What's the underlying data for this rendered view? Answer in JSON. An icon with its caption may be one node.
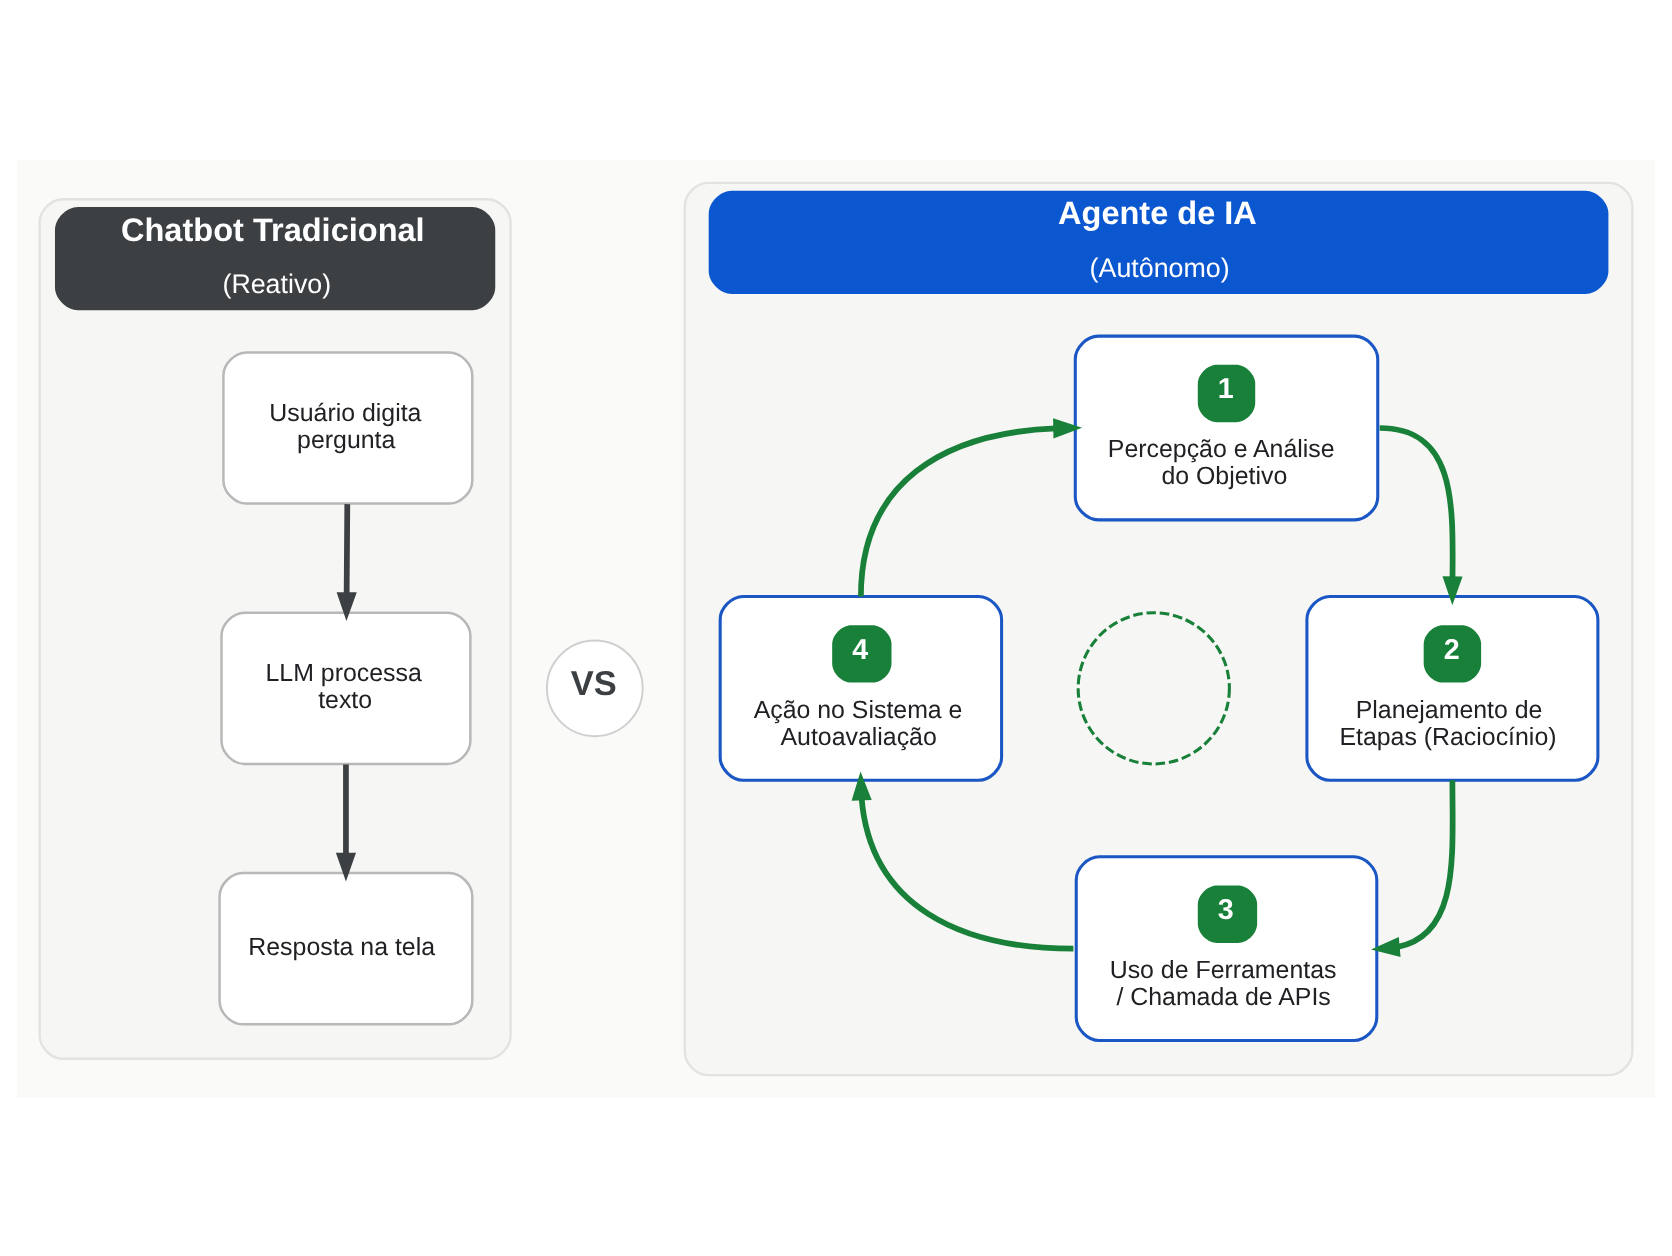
{
  "diagram": {
    "nodes": [
      {
        "text": [
          "Chatbot Tradicional",
          "(Reativo)"
        ]
      },
      {
        "text": [
          "Usuário digita pergunta"
        ],
        "in": 0
      },
      {
        "text": [
          "LLM processa texto"
        ],
        "in": 0
      },
      {
        "text": [
          "Resposta na tela"
        ],
        "in": 0
      },
      {
        "text": [
          "VS"
        ]
      },
      {
        "text": [
          "Agente de IA",
          "(Autônomo)"
        ]
      },
      {
        "text": [
          "1",
          "Percepção e Análise do Objetivo"
        ],
        "in": 5
      },
      {
        "text": [
          "2",
          "Planejamento de Etapas (Raciocínio)"
        ],
        "in": 5
      },
      {
        "text": [
          "3",
          "Uso de Ferramentas / Chamada de APIs"
        ],
        "in": 5
      },
      {
        "text": [
          "4",
          "Ação no Sistema e Autoavaliação"
        ],
        "in": 5
      },
      {
        "text": [],
        "shape": "circle",
        "in": 5
      }
    ],
    "edges": [
      {
        "from": 1,
        "to": 2,
        "arrow": "to",
        "color": "#3c4043"
      },
      {
        "from": 2,
        "to": 3,
        "arrow": "to",
        "color": "#3c4043"
      },
      {
        "from": 6,
        "to": 7,
        "arrow": "to"
      },
      {
        "from": 7,
        "to": 8,
        "arrow": "to"
      },
      {
        "from": 8,
        "to": 9,
        "arrow": "to"
      },
      {
        "from": 9,
        "to": 6,
        "arrow": "to"
      }
    ]
  }
}
